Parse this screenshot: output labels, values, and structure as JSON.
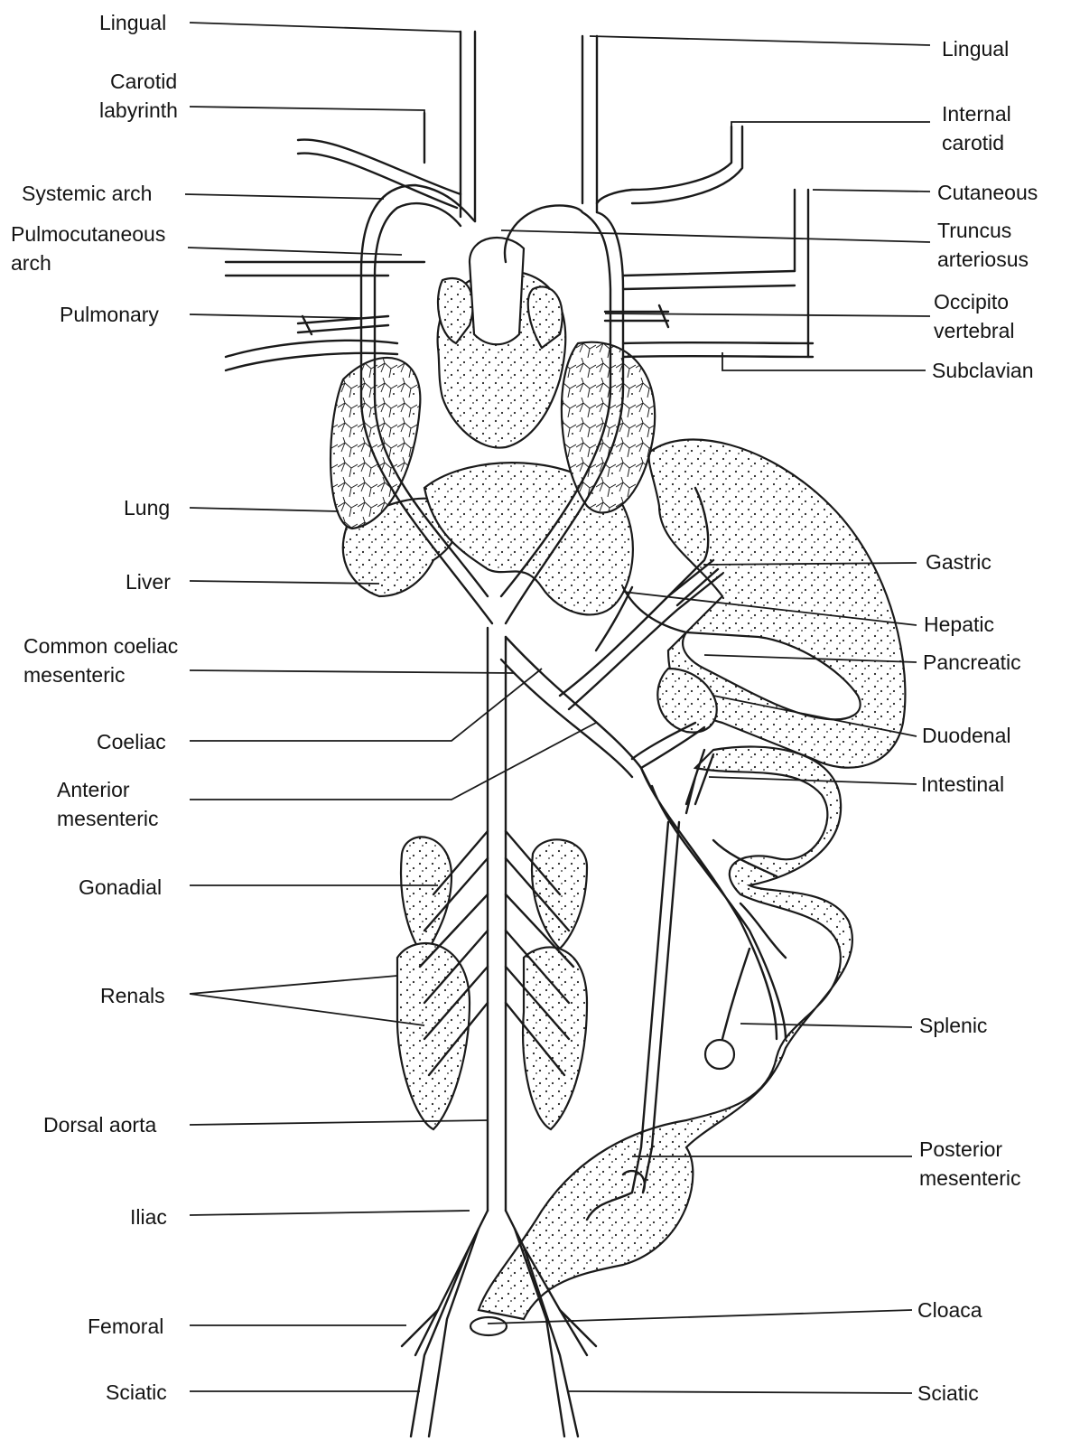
{
  "labels": {
    "lingual_left": "Lingual",
    "carotid_labyrinth_1": "Carotid",
    "carotid_labyrinth_2": "labyrinth",
    "systemic_arch": "Systemic arch",
    "pulmocutaneous_1": "Pulmocutaneous",
    "pulmocutaneous_2": "arch",
    "pulmonary": "Pulmonary",
    "lung": "Lung",
    "liver": "Liver",
    "common_coeliac_1": "Common coeliac",
    "common_coeliac_2": "mesenteric",
    "coeliac": "Coeliac",
    "anterior_mesenteric_1": "Anterior",
    "anterior_mesenteric_2": "mesenteric",
    "gonadial": "Gonadial",
    "renals": "Renals",
    "dorsal_aorta": "Dorsal aorta",
    "iliac": "Iliac",
    "femoral": "Femoral",
    "sciatic_left": "Sciatic",
    "lingual_right": "Lingual",
    "internal_carotid_1": "Internal",
    "internal_carotid_2": "carotid",
    "cutaneous": "Cutaneous",
    "truncus_1": "Truncus",
    "truncus_2": "arteriosus",
    "occipito_1": "Occipito",
    "occipito_2": "vertebral",
    "subclavian": "Subclavian",
    "gastric": "Gastric",
    "hepatic": "Hepatic",
    "pancreatic": "Pancreatic",
    "duodenal": "Duodenal",
    "intestinal": "Intestinal",
    "splenic": "Splenic",
    "posterior_mesenteric_1": "Posterior",
    "posterior_mesenteric_2": "mesenteric",
    "cloaca": "Cloaca",
    "sciatic_right": "Sciatic"
  }
}
